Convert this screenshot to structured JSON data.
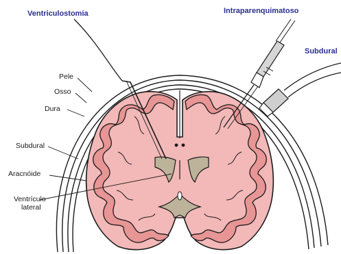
{
  "methods": {
    "ventriculostomy": "Ventriculostomia",
    "intraparenchymal": "Intraparenquimatoso",
    "subdural": "Subdural"
  },
  "layers": {
    "skin": "Pele",
    "bone": "Osso",
    "dura": "Dura",
    "subdural": "Subdural",
    "arachnoid": "Aracnóide",
    "lateral_ventricle_1": "Ventrículo",
    "lateral_ventricle_2": "lateral"
  },
  "colors": {
    "method_label": "#2b2f8f",
    "brain_fill": "#f3b8b8",
    "gyri_fill": "#e89595",
    "ventricle_fill": "#bdb39a",
    "outline": "#1a1a1a"
  }
}
